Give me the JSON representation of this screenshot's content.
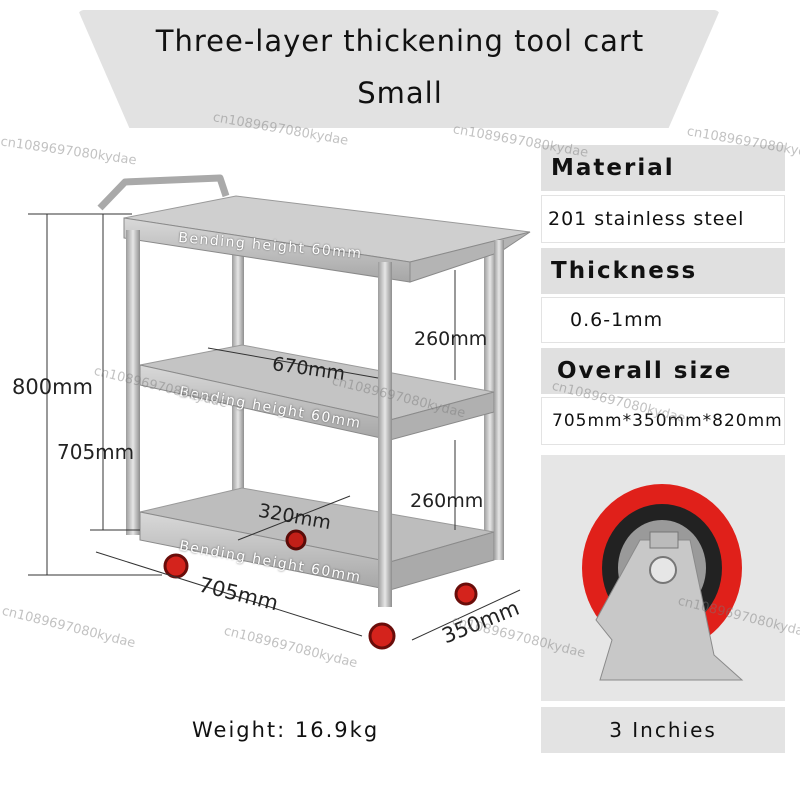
{
  "banner": {
    "line1": "Three-layer thickening tool cart",
    "line2": "Small"
  },
  "specs": {
    "material_label": "Material",
    "material_value": "201 stainless steel",
    "thickness_label": "Thickness",
    "thickness_value": "0.6-1mm",
    "size_label": "Overall size",
    "size_value": "705mm*350mm*820mm"
  },
  "wheel": {
    "caption": "3 Inchies"
  },
  "weight": "Weight: 16.9kg",
  "dimensions": {
    "total_height": "800mm",
    "body_height": "705mm",
    "tier_gap_upper": "260mm",
    "tier_gap_lower": "260mm",
    "inner_length": "670mm",
    "inner_depth": "320mm",
    "length": "705mm",
    "depth": "350mm"
  },
  "cart_labels": {
    "top": "Bending height 60mm",
    "middle": "Bending height 60mm",
    "bottom": "Bending height 60mm"
  },
  "watermark": "cn1089697080kydae",
  "colors": {
    "banner": "#e2e2e2",
    "wheel_red": "#e0201a",
    "steel": "#b9b9b9"
  }
}
